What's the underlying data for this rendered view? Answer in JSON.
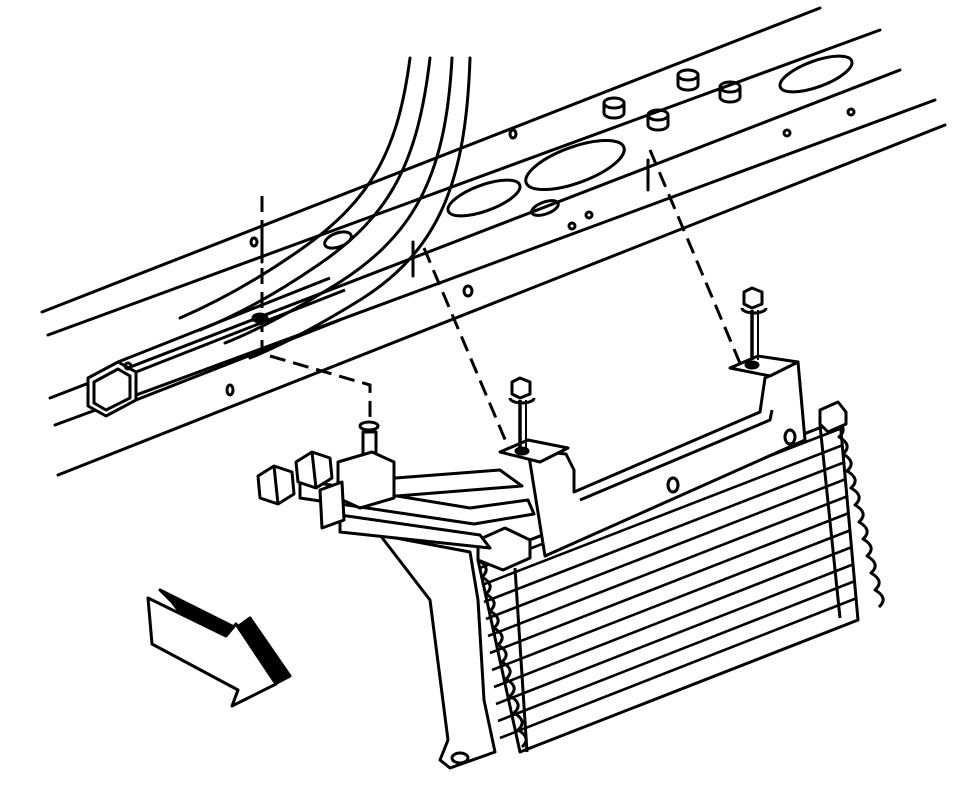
{
  "diagram": {
    "background_color": "#ffffff",
    "ink_color": "#000000",
    "line_style": "black-and-white technical line drawing",
    "components": [
      "frame-crossmember",
      "frame-rail",
      "transmission-oil-cooler",
      "cooler-mounting-bracket",
      "mounting-bolt",
      "cooler-line-fittings",
      "direction-arrow"
    ],
    "bolt_count": 2,
    "direction_arrow": "front-of-vehicle-indicator",
    "labels": []
  }
}
